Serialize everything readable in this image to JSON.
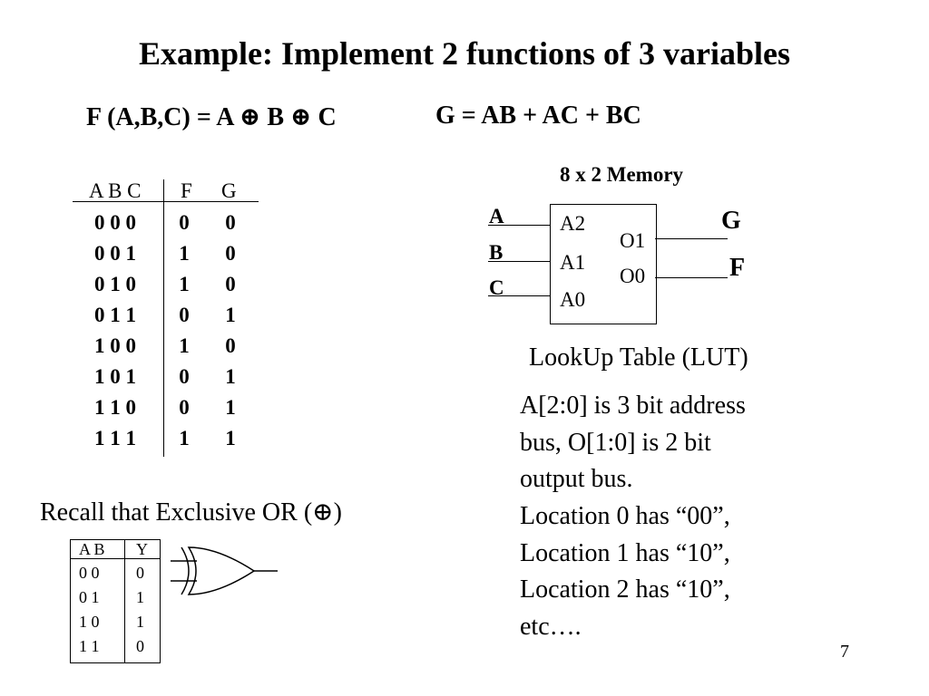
{
  "slide": {
    "title": "Example: Implement 2 functions of 3 variables",
    "equation_f": "F (A,B,C) = A ⊕ B ⊕ C",
    "equation_g": "G =  AB + AC  + BC",
    "page_number": "7"
  },
  "truth_table": {
    "header_inputs": "A B C",
    "header_f": "F",
    "header_g": "G",
    "rows": [
      {
        "abc": "0 0  0",
        "f": "0",
        "g": "0"
      },
      {
        "abc": "0 0  1",
        "f": "1",
        "g": "0"
      },
      {
        "abc": "0 1  0",
        "f": "1",
        "g": "0"
      },
      {
        "abc": "0 1  1",
        "f": "0",
        "g": "1"
      },
      {
        "abc": "1 0  0",
        "f": "1",
        "g": "0"
      },
      {
        "abc": "1 0  1",
        "f": "0",
        "g": "1"
      },
      {
        "abc": "1 1  0",
        "f": "0",
        "g": "1"
      },
      {
        "abc": "1 1  1",
        "f": "1",
        "g": "1"
      }
    ]
  },
  "memory": {
    "title": "8 x 2  Memory",
    "address_pins": [
      "A2",
      "A1",
      "A0"
    ],
    "output_pins": [
      "O1",
      "O0"
    ],
    "inputs": [
      "A",
      "B",
      "C"
    ],
    "outputs": [
      "G",
      "F"
    ]
  },
  "lut": {
    "caption": "LookUp Table (LUT)",
    "description_lines": [
      "A[2:0] is 3 bit address",
      "bus,  O[1:0] is 2 bit",
      "output bus.",
      "Location 0 has “00”,",
      "Location 1 has “10”,",
      "Location 2 has “10”,",
      "etc…."
    ]
  },
  "xor": {
    "recall": "Recall that Exclusive OR (⊕)",
    "header_ab": "A B",
    "header_y": "Y",
    "rows": [
      {
        "ab": "0  0",
        "y": "0"
      },
      {
        "ab": "0  1",
        "y": "1"
      },
      {
        "ab": "1  0",
        "y": "1"
      },
      {
        "ab": "1  1",
        "y": "0"
      }
    ]
  }
}
